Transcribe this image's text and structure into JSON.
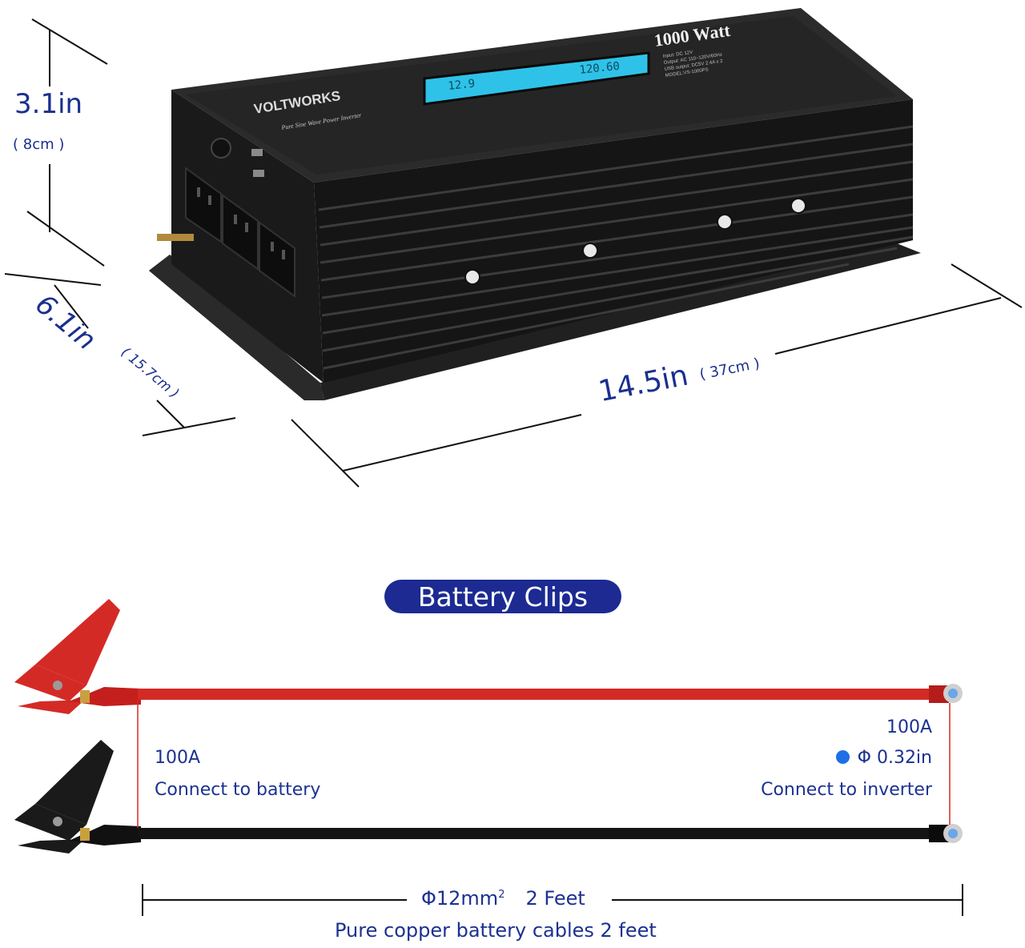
{
  "inverter": {
    "brand": "VOLTWORKS",
    "subtitle": "Pure Sine Wave Power Inverter",
    "power_label": "1000 Watt",
    "spec_lines": [
      "Input: DC 12V",
      "Output: AC 110~120V/60Hz",
      "USB output: DC5V 2.4A x 2",
      "MODEL:VS-1000PS"
    ],
    "lcd_values": [
      "12.9",
      "120.60"
    ]
  },
  "dimensions": {
    "height": {
      "value": "3.1in",
      "metric": "( 8cm )"
    },
    "depth": {
      "value": "6.1in",
      "metric": "( 15.7cm )"
    },
    "length": {
      "value": "14.5in",
      "metric": "( 37cm )"
    }
  },
  "section_title": "Battery Clips",
  "cables": {
    "left_rating": "100A",
    "left_label": "Connect to battery",
    "right_rating": "100A",
    "right_diameter": "Φ 0.32in",
    "right_label": "Connect to inverter",
    "gauge_prefix": "Φ12mm",
    "gauge_sup": "2",
    "gauge_length": "2 Feet",
    "description": "Pure copper battery cables 2 feet"
  },
  "colors": {
    "dim_text": "#1a2f8f",
    "badge": "#1c2a92",
    "red_cable": "#d42a26",
    "black_cable": "#141414",
    "lcd": "#2fc2e8",
    "dot": "#1e6fe6"
  }
}
